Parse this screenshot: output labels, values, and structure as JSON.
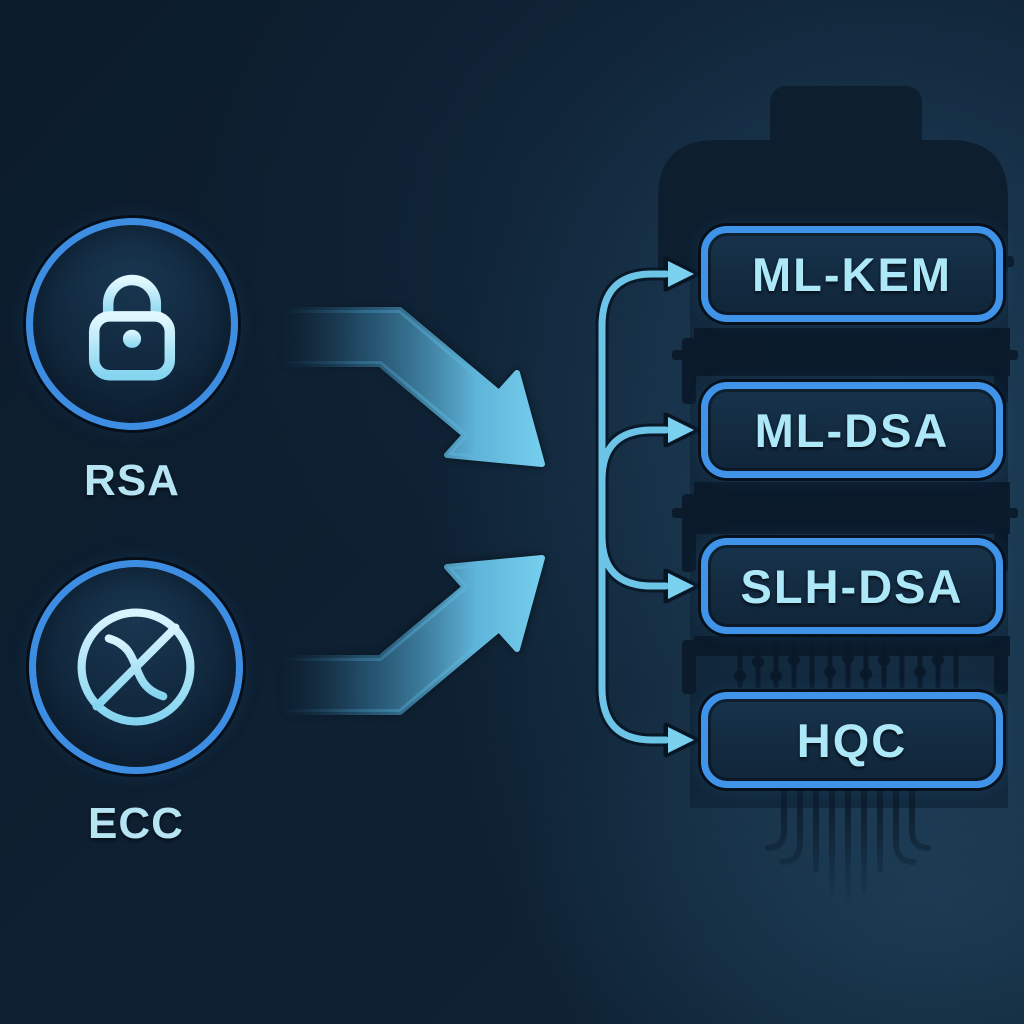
{
  "diagram": {
    "sources": [
      {
        "label": "RSA",
        "icon": "lock-icon"
      },
      {
        "label": "ECC",
        "icon": "elliptic-curve-icon"
      }
    ],
    "targets": [
      {
        "label": "ML-KEM"
      },
      {
        "label": "ML-DSA"
      },
      {
        "label": "SLH-DSA"
      },
      {
        "label": "HQC"
      }
    ],
    "palette": {
      "background": "#0c1c2c",
      "accent_blue": "#3f93e8",
      "light_cyan": "#ade8f8",
      "arrow_blue": "#6cc6e8",
      "silhouette": "#0d1f2f"
    }
  }
}
